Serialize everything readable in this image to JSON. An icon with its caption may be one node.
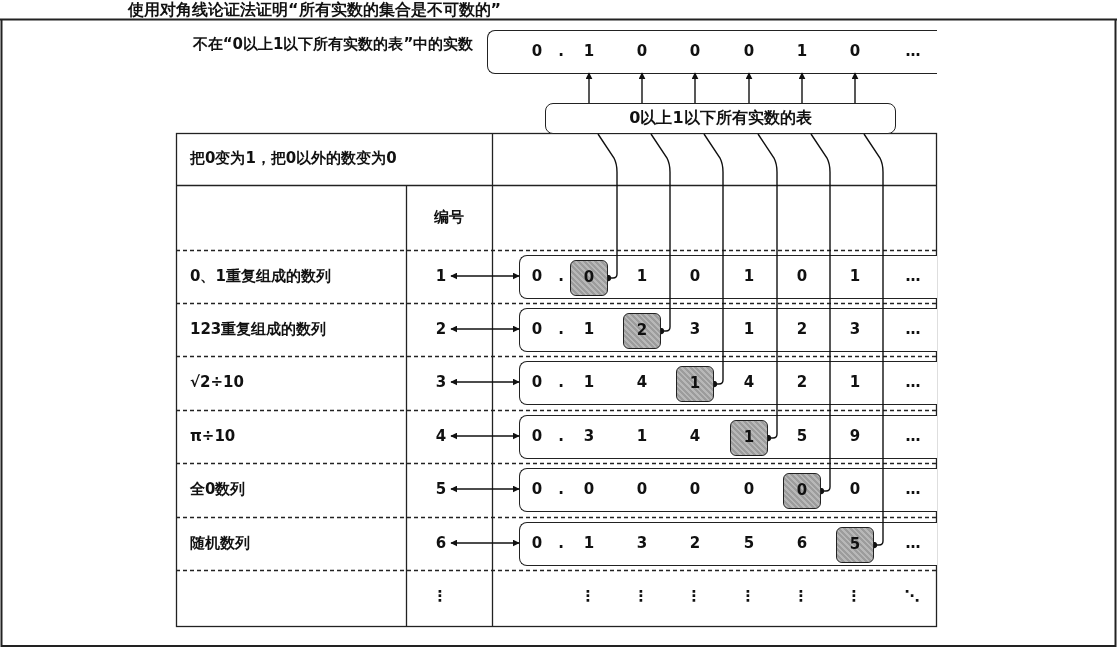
{
  "diagram": {
    "title": "使用对角线论证法证明“所有实数的集合是不可数的”",
    "nodes": [
      {
        "text": [
          "0",
          ".",
          "…"
        ],
        "beside": [
          "不在“0以上1以下所有实数的表”中的实数"
        ]
      },
      {
        "text": [
          "1"
        ],
        "in": 0
      },
      {
        "text": [
          "0"
        ],
        "in": 0
      },
      {
        "text": [
          "0"
        ],
        "in": 0
      },
      {
        "text": [
          "0"
        ],
        "in": 0
      },
      {
        "text": [
          "1"
        ],
        "in": 0
      },
      {
        "text": [
          "0"
        ],
        "in": 0
      },
      {
        "text": [
          "0以上1以下所有实数的表"
        ]
      },
      {
        "text": [
          "1"
        ]
      },
      {
        "text": [
          "0",
          ".",
          "1",
          "0",
          "1",
          "0",
          "1",
          "…"
        ]
      },
      {
        "text": [
          "0"
        ],
        "in": 9
      },
      {
        "text": [
          "2"
        ]
      },
      {
        "text": [
          "0",
          ".",
          "1",
          "3",
          "1",
          "2",
          "3",
          "…"
        ]
      },
      {
        "text": [
          "2"
        ],
        "in": 12
      },
      {
        "text": [
          "3"
        ]
      },
      {
        "text": [
          "0",
          ".",
          "1",
          "4",
          "4",
          "2",
          "1",
          "…"
        ]
      },
      {
        "text": [
          "1"
        ],
        "in": 15
      },
      {
        "text": [
          "4"
        ]
      },
      {
        "text": [
          "0",
          ".",
          "3",
          "1",
          "4",
          "5",
          "9",
          "…"
        ]
      },
      {
        "text": [
          "1"
        ],
        "in": 18
      },
      {
        "text": [
          "5"
        ]
      },
      {
        "text": [
          "0",
          ".",
          "0",
          "0",
          "0",
          "0",
          "0",
          "…"
        ]
      },
      {
        "text": [
          "0"
        ],
        "in": 21
      },
      {
        "text": [
          "6"
        ]
      },
      {
        "text": [
          "0",
          ".",
          "1",
          "3",
          "2",
          "5",
          "6",
          "…"
        ]
      },
      {
        "text": [
          "5"
        ],
        "in": 24
      }
    ],
    "edges": [
      {
        "from": 8,
        "to": 9,
        "arrow": "both"
      },
      {
        "from": 11,
        "to": 12,
        "arrow": "both"
      },
      {
        "from": 14,
        "to": 15,
        "arrow": "both"
      },
      {
        "from": 17,
        "to": 18,
        "arrow": "both"
      },
      {
        "from": 20,
        "to": 21,
        "arrow": "both"
      },
      {
        "from": 23,
        "to": 24,
        "arrow": "both"
      },
      {
        "from": 10,
        "to": 7,
        "arrow": "other"
      },
      {
        "from": 13,
        "to": 7,
        "arrow": "other"
      },
      {
        "from": 16,
        "to": 7,
        "arrow": "other"
      },
      {
        "from": 19,
        "to": 7,
        "arrow": "other"
      },
      {
        "from": 22,
        "to": 7,
        "arrow": "other"
      },
      {
        "from": 25,
        "to": 7,
        "arrow": "other"
      },
      {
        "from": 7,
        "to": 1,
        "arrow": "to"
      },
      {
        "from": 7,
        "to": 2,
        "arrow": "to"
      },
      {
        "from": 7,
        "to": 3,
        "arrow": "to"
      },
      {
        "from": 7,
        "to": 4,
        "arrow": "to"
      },
      {
        "from": 7,
        "to": 5,
        "arrow": "to"
      },
      {
        "from": 7,
        "to": 6,
        "arrow": "to"
      }
    ],
    "labels": [
      "把0变为1，把0以外的数变为0",
      "编号",
      "0、1重复组成的数列",
      "123重复组成的数列",
      "√2÷10",
      "π÷10",
      "全0数列",
      "随机数列",
      "⋮",
      "⋮",
      "⋮",
      "⋮",
      "⋮",
      "⋮",
      "⋮",
      "⋱"
    ]
  }
}
